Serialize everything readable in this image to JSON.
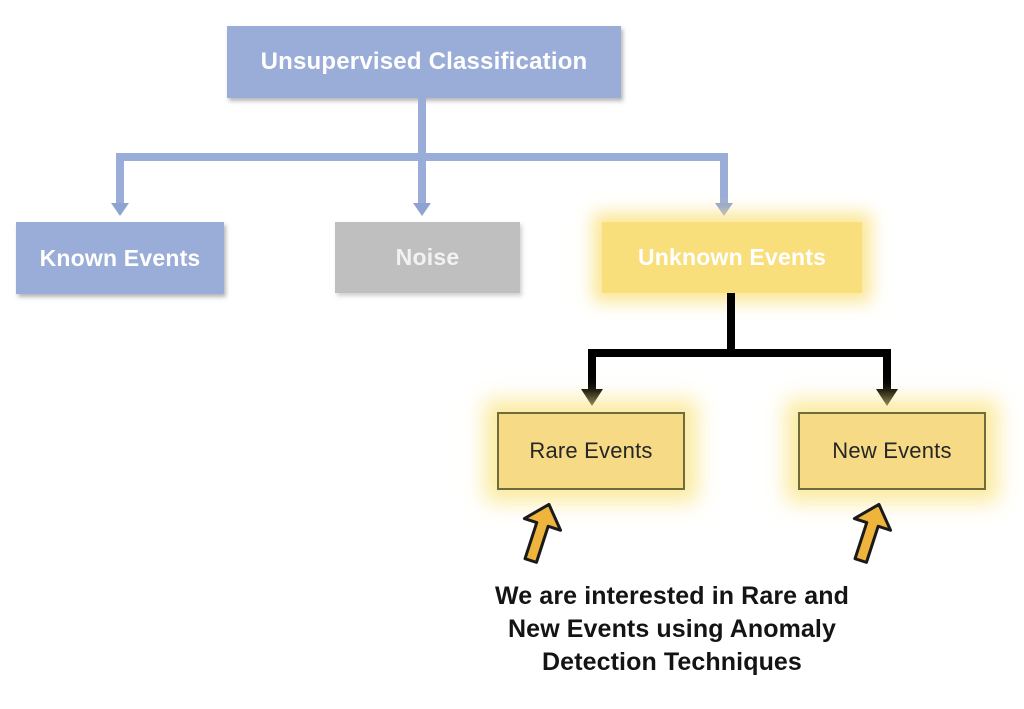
{
  "diagram": {
    "title_node": {
      "label": "Unsupervised Classification",
      "fill": "#9AACD8",
      "text_color": "#FFFFFF"
    },
    "level2": [
      {
        "id": "known-events",
        "label": "Known Events",
        "fill": "#9AACD8",
        "text_color": "#FFFFFF"
      },
      {
        "id": "noise",
        "label": "Noise",
        "fill": "#BFBFBF",
        "text_color": "#F2F2F2"
      },
      {
        "id": "unknown-events",
        "label": "Unknown Events",
        "fill": "#F9DE7C",
        "text_color": "#FFFFFF"
      }
    ],
    "level3": [
      {
        "id": "rare-events",
        "label": "Rare Events",
        "fill": "#F6DA85",
        "border_color": "#6C6C3C",
        "text_color": "#262626"
      },
      {
        "id": "new-events",
        "label": "New Events",
        "fill": "#F6DA85",
        "border_color": "#6C6C3C",
        "text_color": "#262626"
      }
    ],
    "connectors": {
      "level1_color": "#9AACD8",
      "level2_color": "#000000"
    },
    "highlight_arrows": {
      "fill": "#EFB43C",
      "stroke": "#1A1A1A",
      "count": 2
    },
    "caption": {
      "line1": "We are interested in Rare and",
      "line2": "New Events using Anomaly",
      "line3": "Detection Techniques",
      "color": "#141414"
    }
  }
}
